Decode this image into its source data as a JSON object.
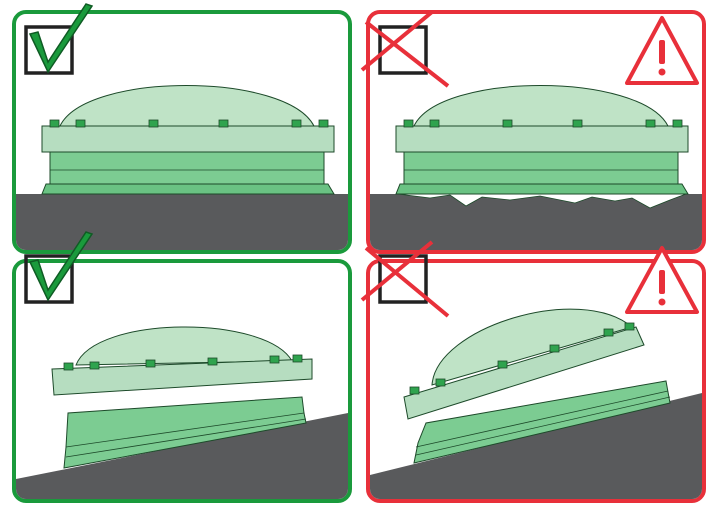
{
  "colors": {
    "good": "#1a9a3c",
    "bad": "#e8303a",
    "ground": "#595a5c",
    "dome": "#bfe3c6",
    "base": "#7ccc92",
    "flange": "#b6ddc0",
    "outline": "#1d4a2a",
    "bolt": "#2fa34e"
  },
  "panels": [
    {
      "id": "flat-correct",
      "status": "correct",
      "mark": "check-icon",
      "warning": false,
      "ground": "flat",
      "dome": "level"
    },
    {
      "id": "flat-uneven-incorrect",
      "status": "incorrect",
      "mark": "cross-icon",
      "warning": true,
      "ground": "uneven",
      "dome": "level"
    },
    {
      "id": "slope-correct",
      "status": "correct",
      "mark": "check-icon",
      "warning": false,
      "ground": "slope",
      "dome": "level-on-tilted-base"
    },
    {
      "id": "slope-incorrect",
      "status": "incorrect",
      "mark": "cross-icon",
      "warning": true,
      "ground": "slope",
      "dome": "tilted"
    }
  ]
}
